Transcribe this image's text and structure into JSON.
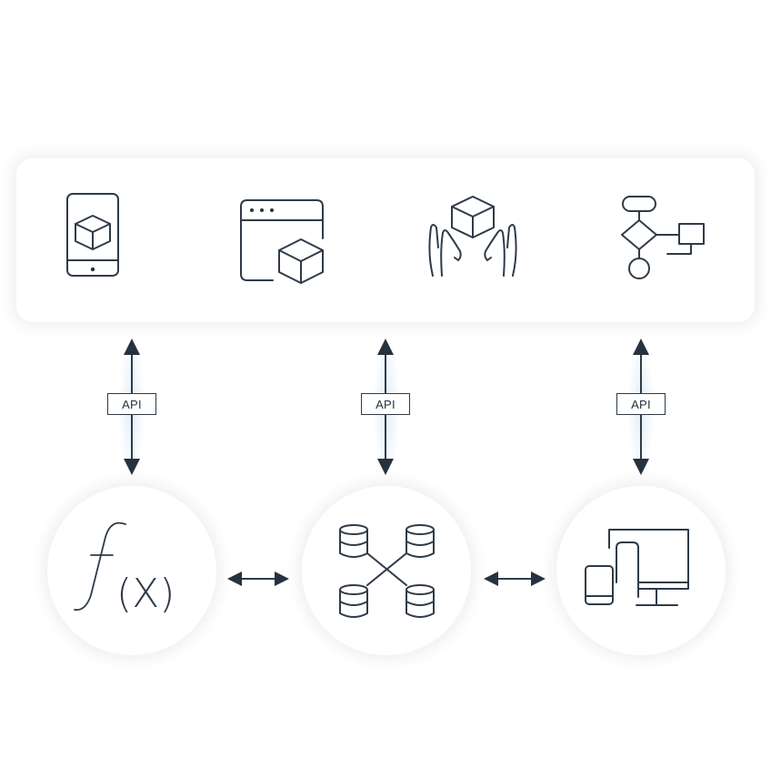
{
  "diagram": {
    "top_icons": [
      {
        "name": "mobile-app-icon"
      },
      {
        "name": "web-app-icon"
      },
      {
        "name": "product-hands-icon"
      },
      {
        "name": "workflow-icon"
      }
    ],
    "connectors": [
      {
        "label": "API"
      },
      {
        "label": "API"
      },
      {
        "label": "API"
      }
    ],
    "nodes": [
      {
        "name": "function-node",
        "f_text": "f",
        "x_text": "(X)"
      },
      {
        "name": "database-network-node"
      },
      {
        "name": "multi-device-node"
      }
    ],
    "colors": {
      "stroke": "#2f3b48",
      "arrow": "#26323f",
      "panel": "#ffffff"
    }
  }
}
